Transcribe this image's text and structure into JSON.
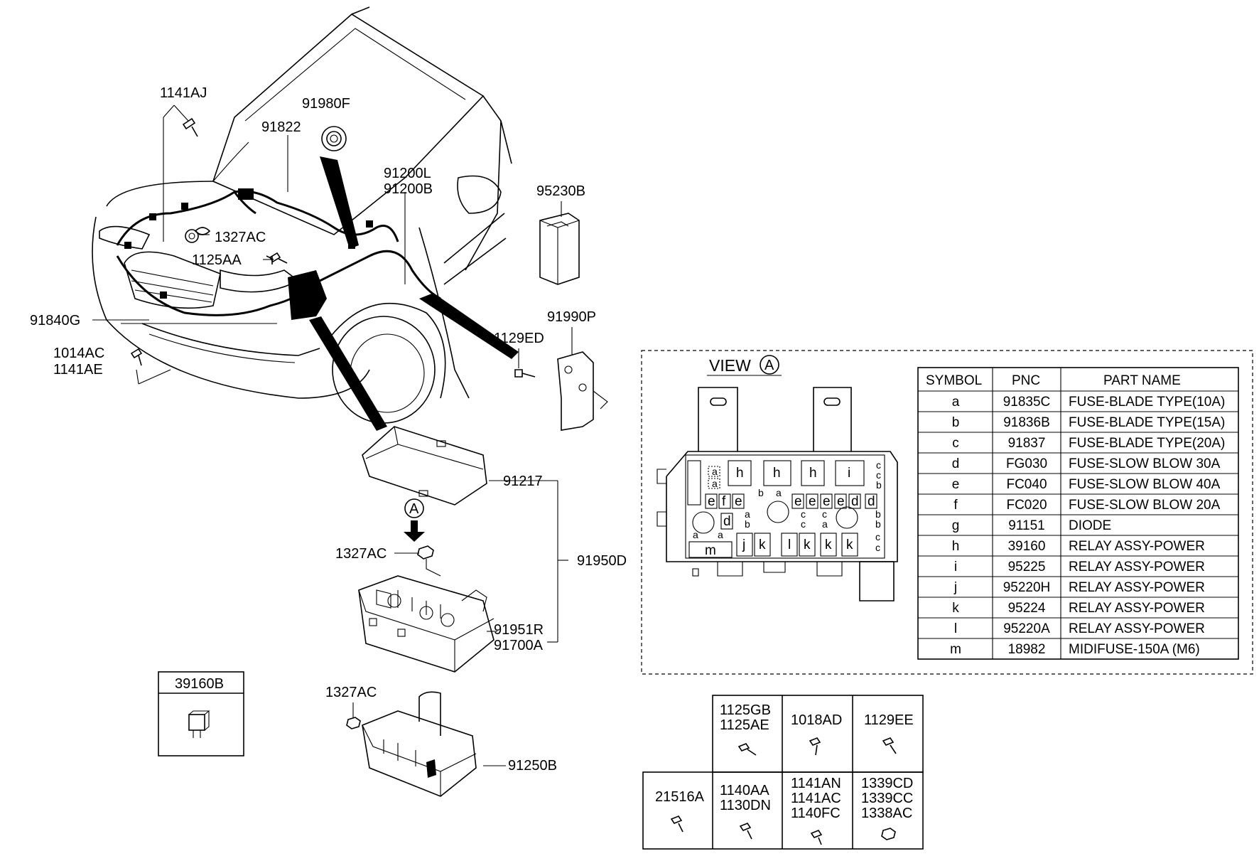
{
  "callouts": {
    "c1141AJ": "1141AJ",
    "c91822": "91822",
    "c91980F": "91980F",
    "c91200L": "91200L",
    "c91200B": "91200B",
    "c95230B": "95230B",
    "c1327AC_top": "1327AC",
    "c1125AA": "1125AA",
    "c91840G": "91840G",
    "c1014AC": "1014AC",
    "c1141AE": "1141AE",
    "c91990P": "91990P",
    "c1129ED": "1129ED",
    "c91217": "91217",
    "c1327AC_mid": "1327AC",
    "c91950D": "91950D",
    "c91951R": "91951R",
    "c91700A": "91700A",
    "c1327AC_low": "1327AC",
    "c91250B": "91250B",
    "c39160B": "39160B",
    "marker_A": "A"
  },
  "view": {
    "title": "VIEW",
    "marker": "A",
    "slots": {
      "h": "h",
      "i": "i",
      "e": "e",
      "f": "f",
      "d": "d",
      "m": "m",
      "j": "j",
      "k": "k",
      "l": "l",
      "a": "a",
      "b": "b",
      "c": "c"
    }
  },
  "parts_table": {
    "headers": [
      "SYMBOL",
      "PNC",
      "PART NAME"
    ],
    "rows": [
      {
        "symbol": "a",
        "pnc": "91835C",
        "name": "FUSE-BLADE TYPE(10A)"
      },
      {
        "symbol": "b",
        "pnc": "91836B",
        "name": "FUSE-BLADE TYPE(15A)"
      },
      {
        "symbol": "c",
        "pnc": "91837",
        "name": "FUSE-BLADE TYPE(20A)"
      },
      {
        "symbol": "d",
        "pnc": "FG030",
        "name": "FUSE-SLOW BLOW 30A"
      },
      {
        "symbol": "e",
        "pnc": "FC040",
        "name": "FUSE-SLOW BLOW 40A"
      },
      {
        "symbol": "f",
        "pnc": "FC020",
        "name": "FUSE-SLOW BLOW 20A"
      },
      {
        "symbol": "g",
        "pnc": "91151",
        "name": "DIODE"
      },
      {
        "symbol": "h",
        "pnc": "39160",
        "name": "RELAY ASSY-POWER"
      },
      {
        "symbol": "i",
        "pnc": "95225",
        "name": "RELAY ASSY-POWER"
      },
      {
        "symbol": "j",
        "pnc": "95220H",
        "name": "RELAY ASSY-POWER"
      },
      {
        "symbol": "k",
        "pnc": "95224",
        "name": "RELAY ASSY-POWER"
      },
      {
        "symbol": "l",
        "pnc": "95220A",
        "name": "RELAY ASSY-POWER"
      },
      {
        "symbol": "m",
        "pnc": "18982",
        "name": "MIDIFUSE-150A (M6)"
      }
    ]
  },
  "fastener_grid": {
    "cells": [
      {
        "id": "fg1",
        "codes": [
          "1125GB",
          "1125AE"
        ]
      },
      {
        "id": "fg2",
        "codes": [
          "1018AD"
        ]
      },
      {
        "id": "fg3",
        "codes": [
          "1129EE"
        ]
      },
      {
        "id": "fg4",
        "codes": [
          "21516A"
        ]
      },
      {
        "id": "fg5",
        "codes": [
          "1140AA",
          "1130DN"
        ]
      },
      {
        "id": "fg6",
        "codes": [
          "1141AN",
          "1141AC",
          "1140FC"
        ]
      },
      {
        "id": "fg7",
        "codes": [
          "1339CD",
          "1339CC",
          "1338AC"
        ]
      }
    ]
  }
}
